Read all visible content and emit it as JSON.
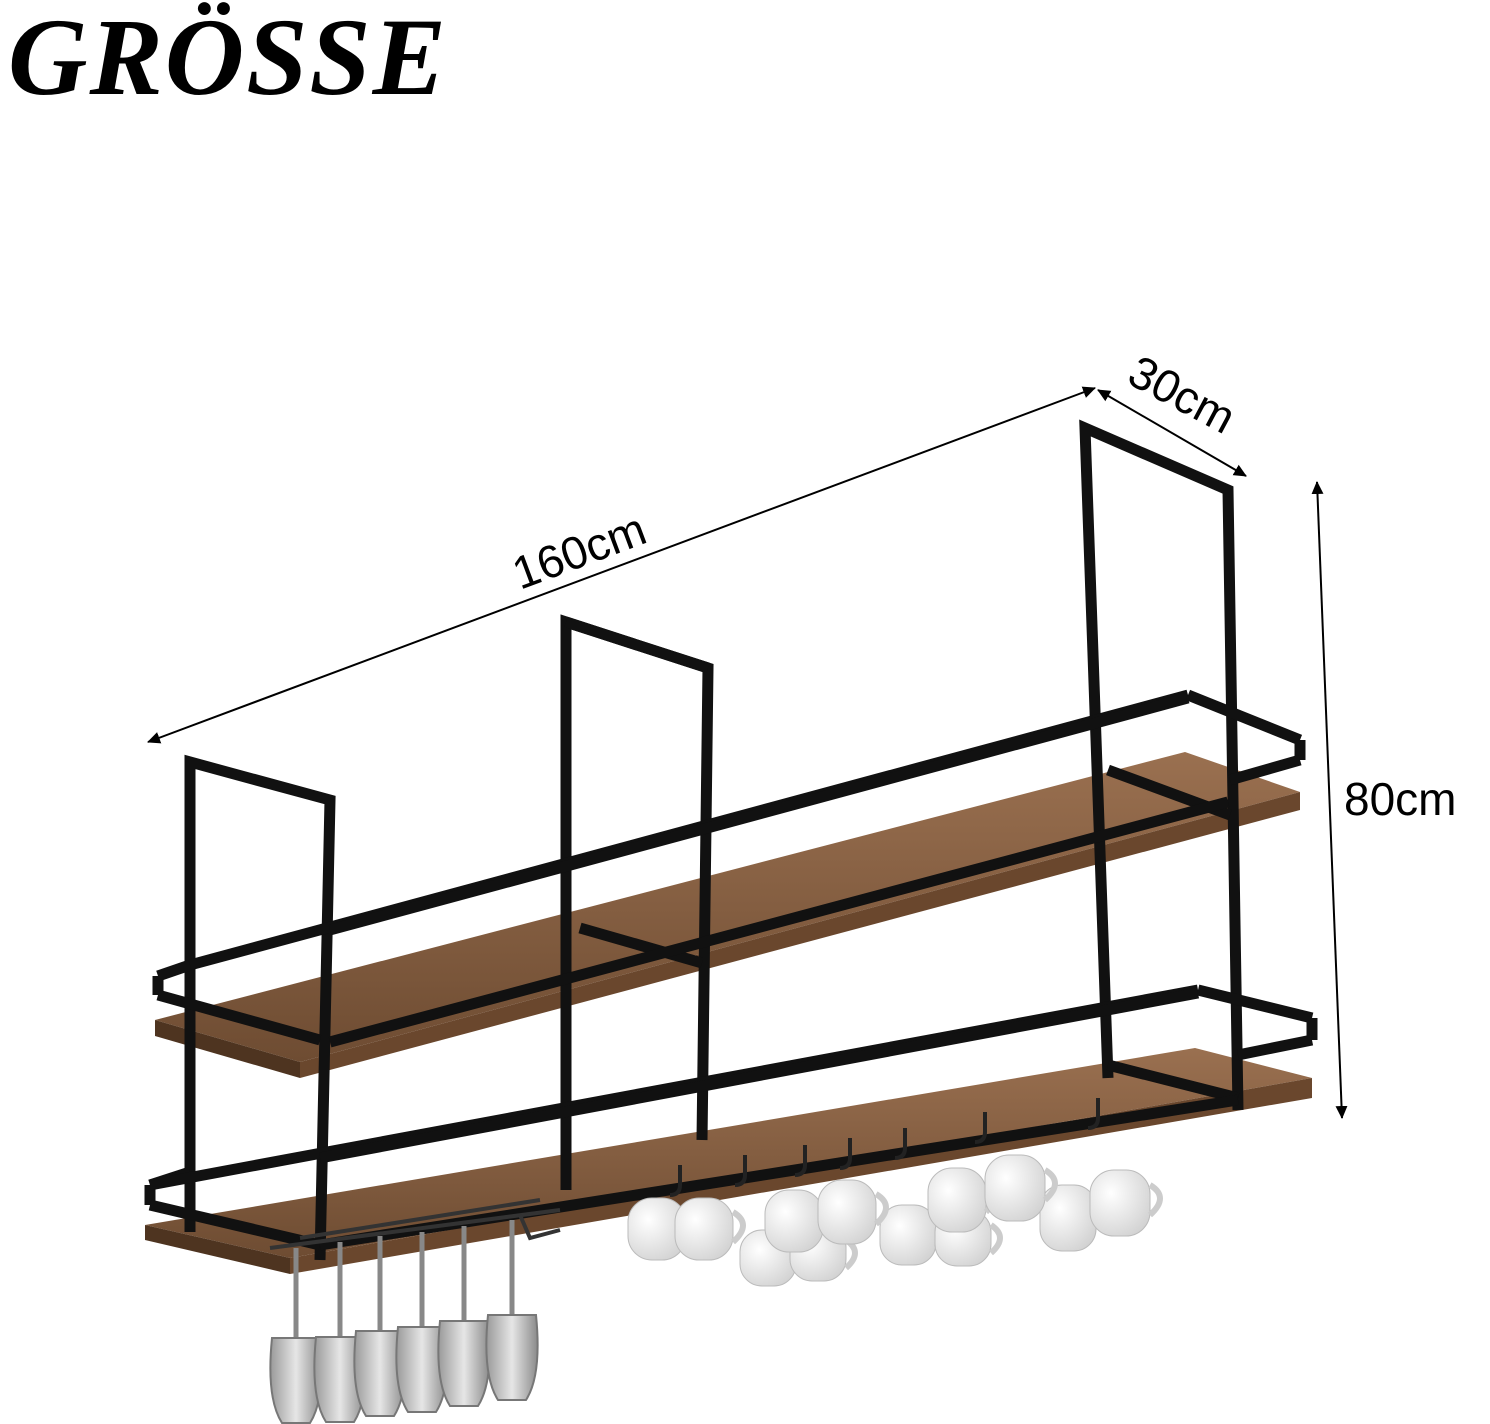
{
  "title": "GRÖSSE",
  "dimensions": {
    "length": "160cm",
    "depth": "30cm",
    "height": "80cm"
  },
  "colors": {
    "frame": "#111111",
    "wood": "#8a6241",
    "wood_edge": "#5b3d26",
    "glass": "#c9c9c9",
    "mug": "#efefef"
  },
  "icons": {
    "glass": "wine-glass-icon",
    "mug": "mug-icon"
  }
}
